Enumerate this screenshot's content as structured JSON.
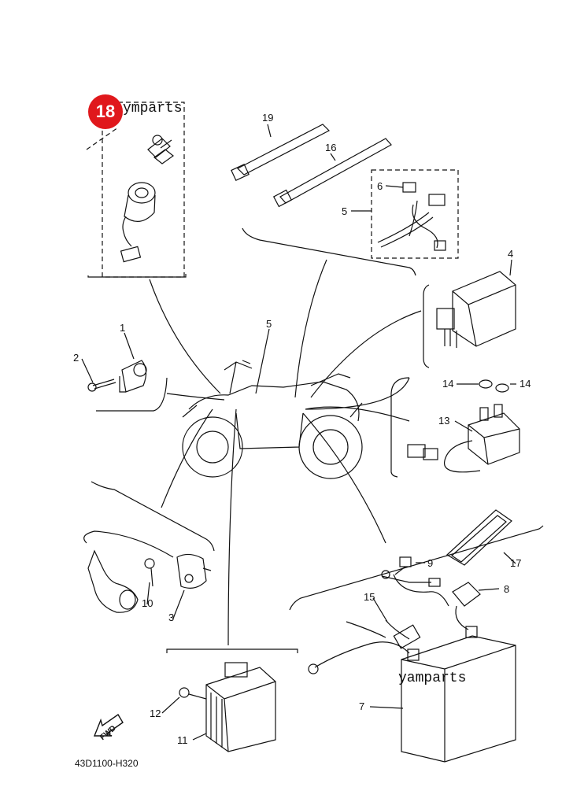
{
  "diagram": {
    "drawing_code": "43D1100-H320",
    "watermarks": [
      "ymparts",
      "yamparts"
    ],
    "badge_number": "18",
    "fwd_label": "FWD",
    "callouts": {
      "c1": "1",
      "c2": "2",
      "c3": "3",
      "c4": "4",
      "c5a": "5",
      "c5b": "5",
      "c6": "6",
      "c7": "7",
      "c8": "8",
      "c9": "9",
      "c10": "10",
      "c11": "11",
      "c12": "12",
      "c13": "13",
      "c14a": "14",
      "c14b": "14",
      "c15": "15",
      "c16": "16",
      "c17": "17",
      "c19": "19"
    }
  }
}
